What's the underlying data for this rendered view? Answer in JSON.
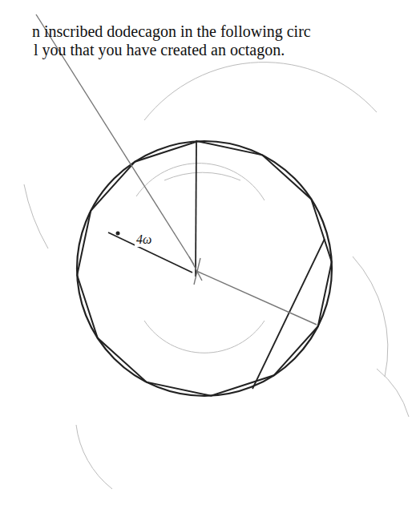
{
  "diagram": {
    "labels": [
      "n inscribed dodecagon in the following circ",
      "l you that you have created an octagon.",
      "4ω"
    ]
  }
}
